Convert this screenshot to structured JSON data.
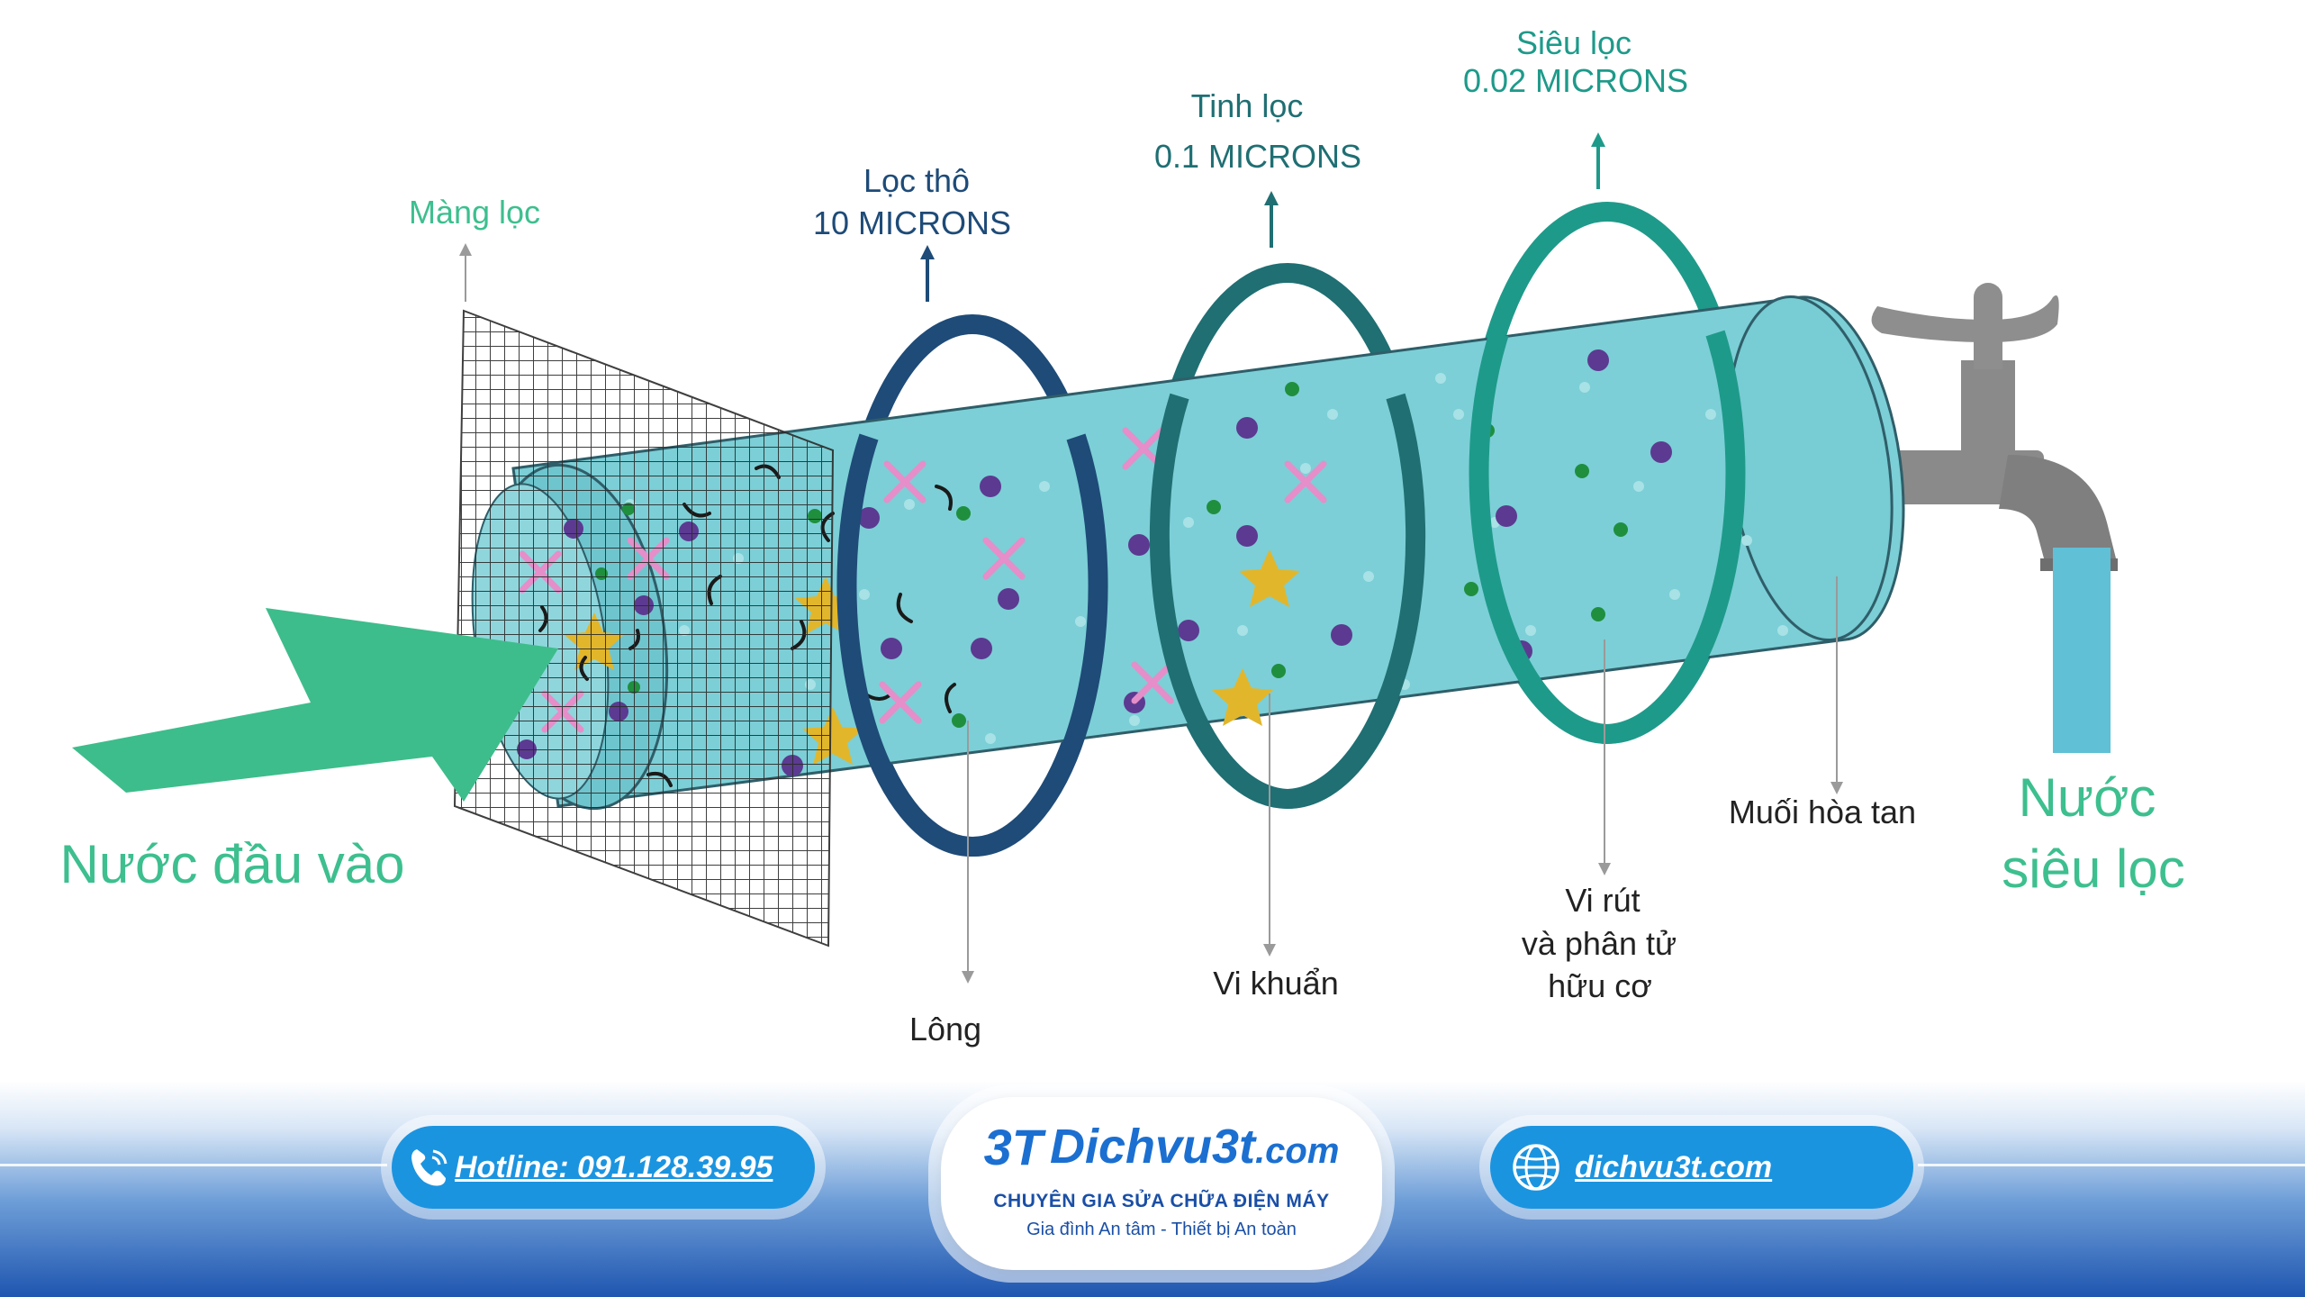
{
  "diagram": {
    "mesh_label": "Màng lọc",
    "coarse_title": "Lọc thô",
    "coarse_size": "10 MICRONS",
    "fine_title": "Tinh lọc",
    "fine_size": "0.1 MICRONS",
    "ultra_title": "Siêu lọc",
    "ultra_size": "0.02 MICRONS",
    "input_label": "Nước đầu vào",
    "output_line1": "Nước",
    "output_line2": "siêu lọc",
    "lint_label": "Lông",
    "bacteria_label": "Vi khuẩn",
    "virus_line1": "Vi rút",
    "virus_line2": "và phân tử",
    "virus_line3": "hữu cơ",
    "salt_label": "Muối hòa tan",
    "colors": {
      "teal_text": "#3dbf8f",
      "ring_coarse": "#1e4b78",
      "ring_fine": "#1f6f73",
      "ring_ultra": "#1e9a8a",
      "tube": "#7ccfd6",
      "arrow": "#3dbd8b",
      "water": "#5fc0d6"
    }
  },
  "footer": {
    "hotline": "Hotline: 091.128.39.95",
    "logo_mark": "3T",
    "logo_brand": "Dichvu3t",
    "logo_tld": ".com",
    "logo_tagline": "CHUYÊN GIA SỬA CHỮA ĐIỆN MÁY",
    "logo_slogan": "Gia đình An tâm - Thiết bị An toàn",
    "website": "dichvu3t.com",
    "colors": {
      "pill": "#1b94e0",
      "brand": "#1b6fd1"
    }
  }
}
